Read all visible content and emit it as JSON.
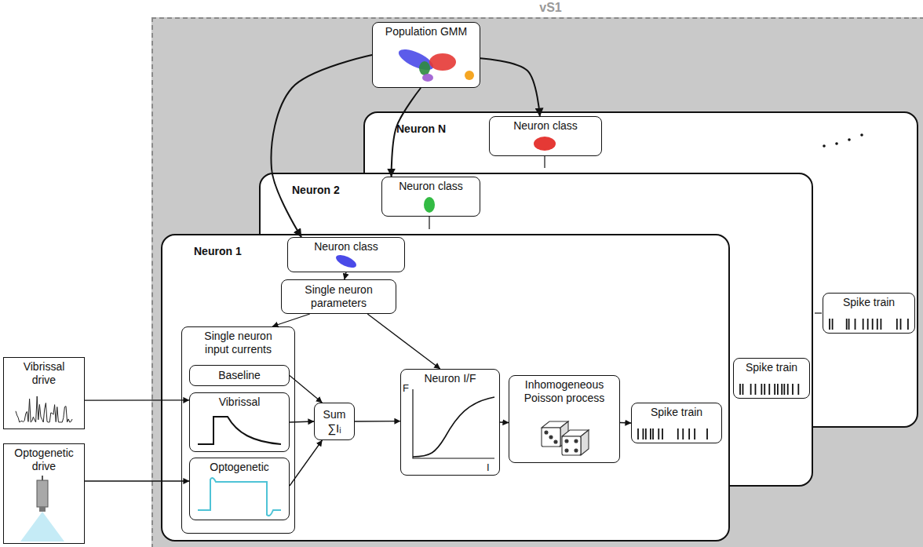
{
  "diagram": {
    "nodes": [
      {
        "text": [
          "vS1"
        ]
      },
      {
        "text": [
          "Population GMM"
        ],
        "in": 0
      },
      {
        "text": [
          "Neuron N"
        ],
        "in": 0
      },
      {
        "text": [
          "Neuron class"
        ],
        "in": 2
      },
      {
        "text": [
          "Spike train"
        ],
        "in": 2
      },
      {
        "text": [
          "Neuron 2"
        ],
        "in": 0
      },
      {
        "text": [
          "Neuron class"
        ],
        "in": 5
      },
      {
        "text": [
          "Spike train"
        ],
        "in": 5
      },
      {
        "text": [
          "Neuron 1"
        ],
        "in": 0
      },
      {
        "text": [
          "Neuron class"
        ],
        "in": 8
      },
      {
        "text": [
          "Single neuron parameters"
        ],
        "in": 8
      },
      {
        "text": [
          "Single neuron input currents"
        ],
        "in": 8
      },
      {
        "text": [
          "Baseline"
        ],
        "in": 11
      },
      {
        "text": [
          "Vibrissal"
        ],
        "in": 11
      },
      {
        "text": [
          "Optogenetic"
        ],
        "in": 11
      },
      {
        "text": [
          "Sum",
          "∑Iᵢ"
        ],
        "in": 8
      },
      {
        "text": [
          "Neuron I/F"
        ],
        "in": 8
      },
      {
        "text": [
          "Inhomogeneous Poisson process"
        ],
        "in": 8
      },
      {
        "text": [
          "Spike train"
        ],
        "in": 8
      },
      {
        "text": [
          "Vibrissal drive"
        ]
      },
      {
        "text": [
          "Optogenetic drive"
        ]
      }
    ],
    "edges": [
      {
        "from": 1,
        "to": 9,
        "arrow": "to"
      },
      {
        "from": 1,
        "to": 6,
        "arrow": "to"
      },
      {
        "from": 1,
        "to": 3,
        "arrow": "to"
      },
      {
        "from": 9,
        "to": 10,
        "arrow": "to"
      },
      {
        "from": 10,
        "to": 11,
        "arrow": "to"
      },
      {
        "from": 10,
        "to": 16,
        "arrow": "to"
      },
      {
        "from": 12,
        "to": 15,
        "arrow": "to"
      },
      {
        "from": 13,
        "to": 15,
        "arrow": "to"
      },
      {
        "from": 14,
        "to": 15,
        "arrow": "to"
      },
      {
        "from": 15,
        "to": 16,
        "arrow": "to"
      },
      {
        "from": 16,
        "to": 17,
        "arrow": "to"
      },
      {
        "from": 17,
        "to": 18,
        "arrow": "to"
      },
      {
        "from": 19,
        "to": 13,
        "arrow": "to"
      },
      {
        "from": 20,
        "to": 14,
        "arrow": "to"
      }
    ],
    "labels": [
      "F",
      "I"
    ]
  }
}
